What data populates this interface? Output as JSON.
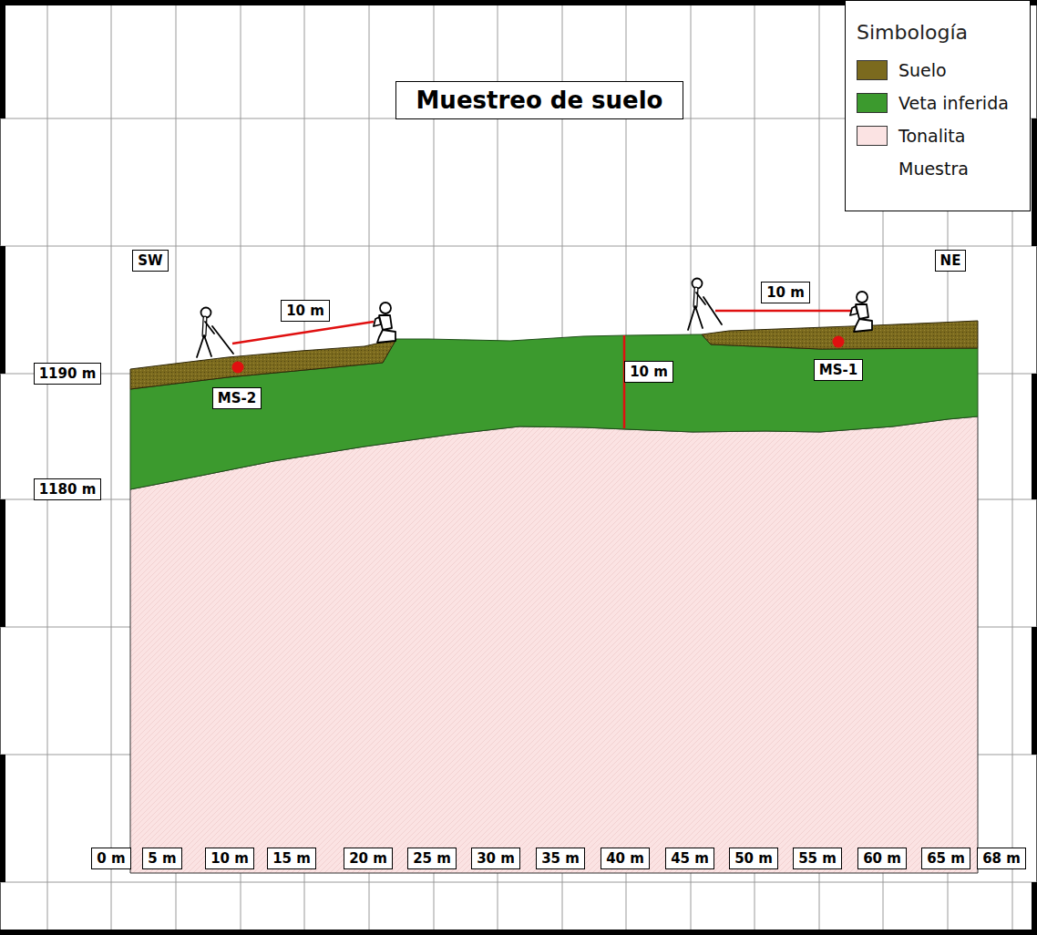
{
  "diagram": {
    "title": "Muestreo de suelo",
    "nodes": [
      {
        "text": [
          "SW"
        ]
      },
      {
        "text": [
          "NE"
        ]
      },
      {
        "text": [
          "10 m"
        ]
      },
      {
        "text": [
          "10 m"
        ]
      },
      {
        "text": [
          "1190 m"
        ]
      },
      {
        "text": [
          "10 m"
        ]
      },
      {
        "text": [
          "MS-1"
        ]
      },
      {
        "text": [
          "MS-2"
        ]
      },
      {
        "text": [
          "1180 m"
        ]
      },
      {
        "text": [
          "0 m"
        ]
      },
      {
        "text": [
          "5 m"
        ]
      },
      {
        "text": [
          "10 m"
        ]
      },
      {
        "text": [
          "15 m"
        ]
      },
      {
        "text": [
          "20 m"
        ]
      },
      {
        "text": [
          "25 m"
        ]
      },
      {
        "text": [
          "30 m"
        ]
      },
      {
        "text": [
          "35 m"
        ]
      },
      {
        "text": [
          "40 m"
        ]
      },
      {
        "text": [
          "45 m"
        ]
      },
      {
        "text": [
          "50 m"
        ]
      },
      {
        "text": [
          "55 m"
        ]
      },
      {
        "text": [
          "60 m"
        ]
      },
      {
        "text": [
          "65 m"
        ]
      },
      {
        "text": [
          "68 m"
        ]
      }
    ],
    "labels": [
      "Simbología"
    ],
    "legend": [
      {
        "text": "Suelo",
        "color": "#7b6a1e"
      },
      {
        "text": "Veta inferida",
        "color": "#3c9a2e"
      },
      {
        "text": "Tonalita",
        "color": "#fbe3e3"
      },
      {
        "text": "Muestra"
      }
    ]
  }
}
